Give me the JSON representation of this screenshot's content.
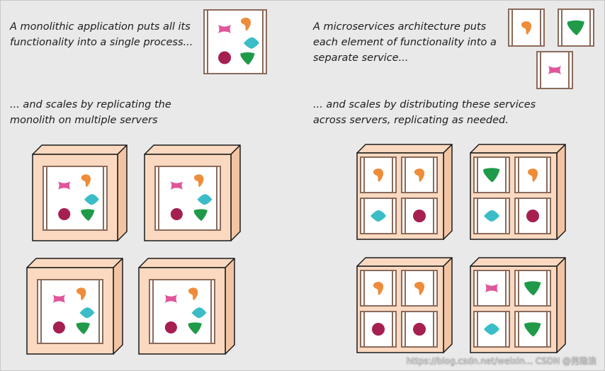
{
  "texts": {
    "mono_intro_l1": "A monolithic application puts all its",
    "mono_intro_l2": "functionality into a single process...",
    "mono_scale_l1": "... and scales by replicating the",
    "mono_scale_l2": "monolith on multiple servers",
    "micro_intro_l1": "A microservices architecture puts",
    "micro_intro_l2": "each element of functionality into a",
    "micro_intro_l3": "separate service...",
    "micro_scale_l1": "... and scales by distributing these services",
    "micro_scale_l2": "across servers, replicating as needed."
  },
  "watermark": "https://blog.csdn.net/weixin... CSDN @男隐浪",
  "colors": {
    "background": "#e9e9e9",
    "server_face": "#fbd9c0",
    "server_side": "#f3c4a3",
    "outline": "#1a1a1a",
    "process_border": "#8a6a5a",
    "process_fill": "#ffffff",
    "pink_shape": "#e0569a",
    "orange_shape": "#ee8c3a",
    "teal_shape": "#3bbdc8",
    "maroon_shape": "#a52050",
    "green_shape": "#1f9a48"
  }
}
